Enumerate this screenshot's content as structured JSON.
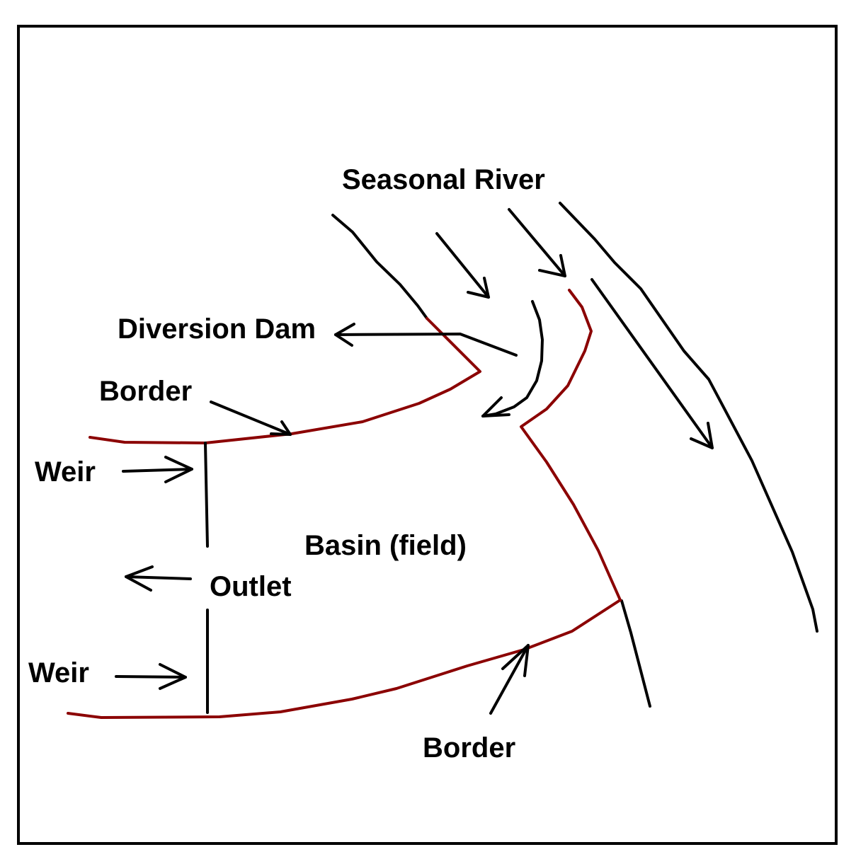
{
  "labels": {
    "seasonal_river": "Seasonal River",
    "diversion_dam": "Diversion Dam",
    "border_top": "Border",
    "weir_top": "Weir",
    "basin": "Basin (field)",
    "outlet": "Outlet",
    "weir_bottom": "Weir",
    "border_bottom": "Border"
  },
  "colors": {
    "frame": "#000000",
    "river_bank": "#000000",
    "border_line": "#8b0000",
    "arrow": "#000000",
    "text": "#000000"
  }
}
